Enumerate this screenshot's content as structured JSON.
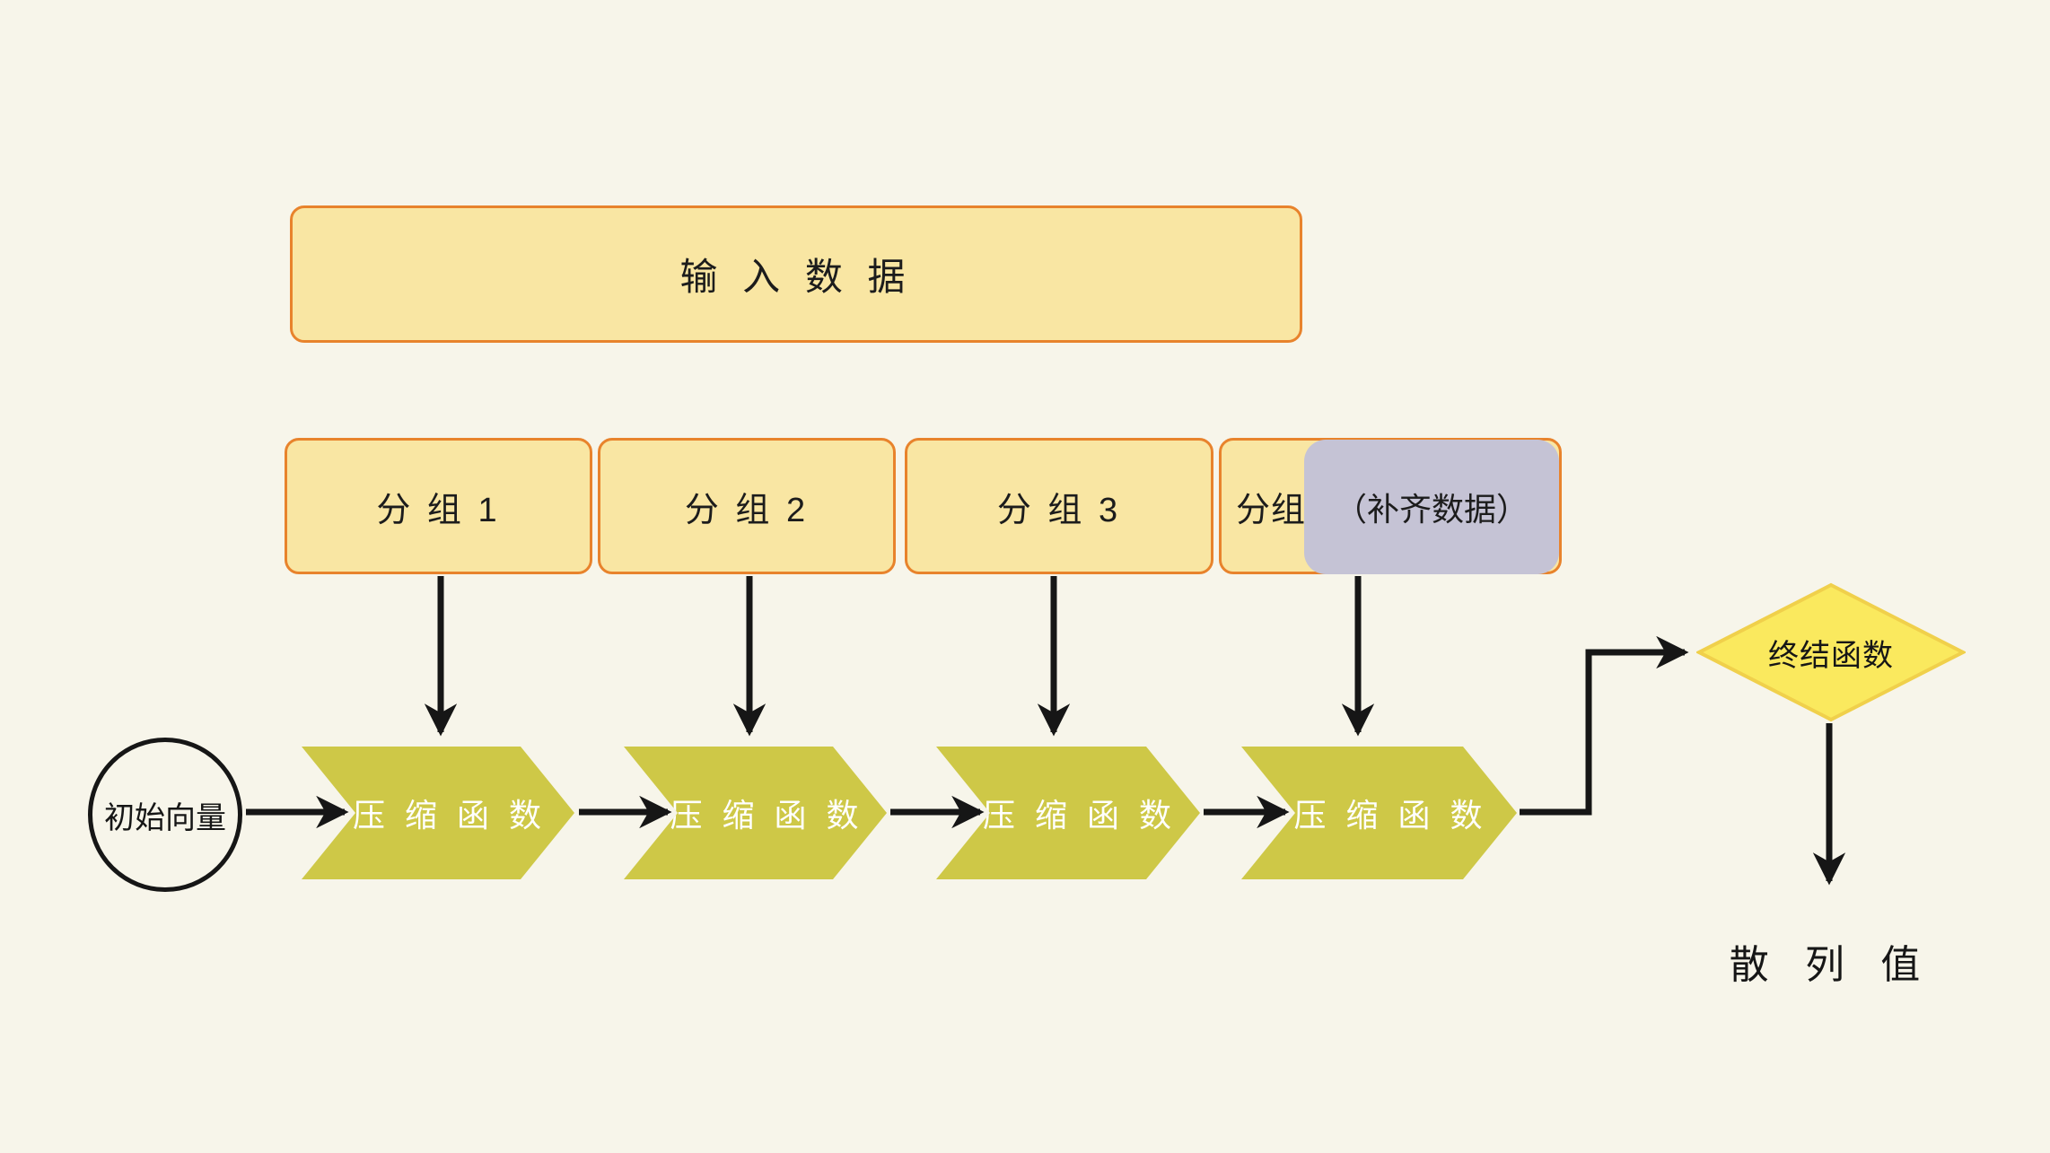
{
  "diagram": {
    "title_box": {
      "label": "输 入 数 据"
    },
    "groups": [
      {
        "label": "分 组 1"
      },
      {
        "label": "分 组 2"
      },
      {
        "label": "分 组 3"
      },
      {
        "label": "分组4"
      }
    ],
    "padding_box": {
      "label": "（补齐数据）"
    },
    "initial_vector": {
      "label": "初始向量"
    },
    "compression_functions": [
      {
        "label": "压 缩 函 数"
      },
      {
        "label": "压 缩 函 数"
      },
      {
        "label": "压 缩 函 数"
      },
      {
        "label": "压 缩 函 数"
      }
    ],
    "final_function": {
      "label": "终结函数"
    },
    "output": {
      "label": "散 列 值"
    },
    "colors": {
      "background": "#f7f5ea",
      "box_fill": "#f9e6a3",
      "box_border": "#e8832c",
      "padding_fill": "#c5c3d5",
      "chevron_fill": "#cec847",
      "chevron_text": "#ffffff",
      "diamond_fill": "#fae95e",
      "diamond_border": "#f0d04b",
      "line": "#161616"
    }
  }
}
